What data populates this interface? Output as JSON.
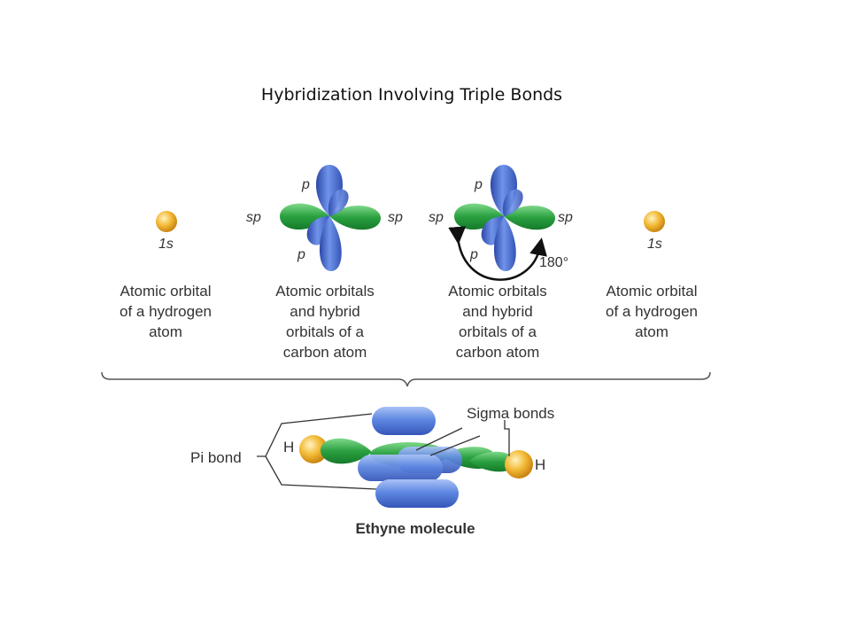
{
  "title": "Hybridization Involving Triple Bonds",
  "orbital_labels": {
    "p": "p",
    "sp": "sp",
    "s1": "1s",
    "angle": "180°"
  },
  "captions": {
    "h_left": [
      "Atomic orbital",
      "of a hydrogen",
      "atom"
    ],
    "c_left": [
      "Atomic orbitals",
      "and hybrid",
      "orbitals of a",
      "carbon atom"
    ],
    "c_right": [
      "Atomic orbitals",
      "and hybrid",
      "orbitals of a",
      "carbon atom"
    ],
    "h_right": [
      "Atomic orbital",
      "of a hydrogen",
      "atom"
    ]
  },
  "molecule": {
    "pi_bond": "Pi bond",
    "sigma_bonds": "Sigma bonds",
    "h_left": "H",
    "h_right": "H",
    "name": "Ethyne molecule"
  },
  "colors": {
    "p_orbital": "#4a6fd0",
    "sp_orbital": "#2fa34a",
    "s_orbital": "#f2b83a",
    "pi_tube": "#5b86e0"
  }
}
